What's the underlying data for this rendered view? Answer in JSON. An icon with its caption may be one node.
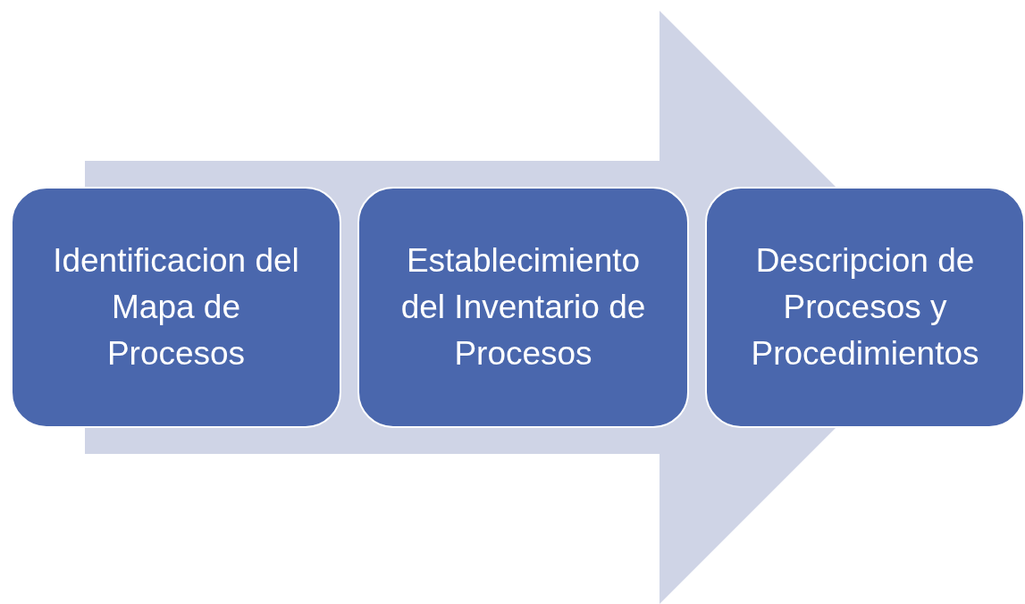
{
  "diagram": {
    "nodes": [
      {
        "text": [
          "Identificacion del Mapa de Procesos"
        ]
      },
      {
        "text": [
          "Establecimiento del Inventario de Procesos"
        ]
      },
      {
        "text": [
          "Descripcion de Procesos y Procedimientos"
        ]
      }
    ],
    "edges": [
      {
        "from": 0,
        "to": 2,
        "arrow": "to"
      }
    ]
  }
}
